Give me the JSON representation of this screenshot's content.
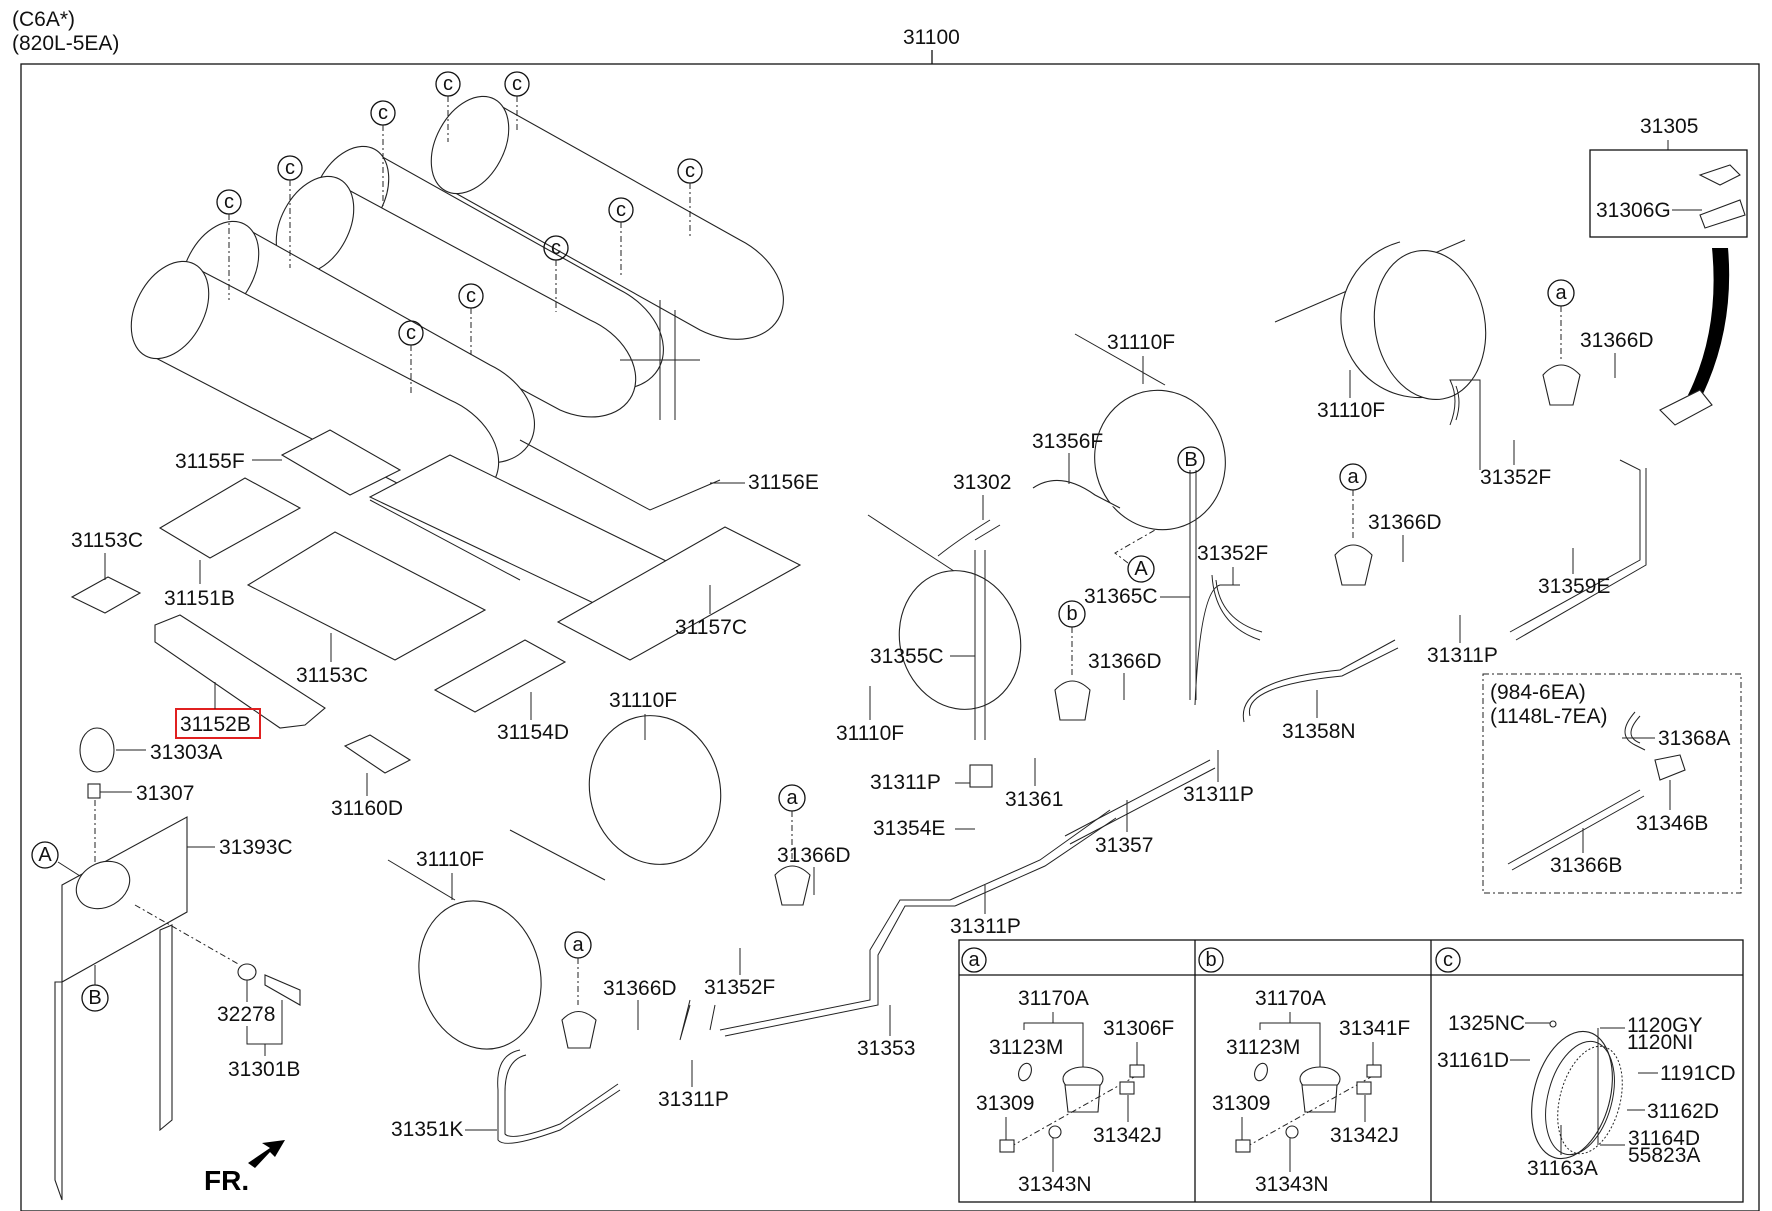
{
  "header": {
    "model_code": "(C6A*)",
    "variant": "(820L-5EA)",
    "assembly_number": "31100"
  },
  "highlighted_part": "31152B",
  "front_indicator": "FR.",
  "callouts": {
    "c": "c",
    "a": "a",
    "b": "b",
    "A": "A",
    "B": "B"
  },
  "parts": {
    "p31155F": "31155F",
    "p31156E": "31156E",
    "p31153C_a": "31153C",
    "p31151B": "31151B",
    "p31153C_b": "31153C",
    "p31157C": "31157C",
    "p31152B": "31152B",
    "p31154D": "31154D",
    "p31303A": "31303A",
    "p31307": "31307",
    "p31160D": "31160D",
    "p31393C": "31393C",
    "p32278": "32278",
    "p31301B": "31301B",
    "p31110F_1": "31110F",
    "p31110F_2": "31110F",
    "p31110F_3": "31110F",
    "p31110F_4": "31110F",
    "p31110F_5": "31110F",
    "p31356F": "31356F",
    "p31302": "31302",
    "p31365C": "31365C",
    "p31352F_1": "31352F",
    "p31352F_2": "31352F",
    "p31352F_3": "31352F",
    "p31355C": "31355C",
    "p31366D_1": "31366D",
    "p31366D_2": "31366D",
    "p31366D_3": "31366D",
    "p31366D_4": "31366D",
    "p31366D_5": "31366D",
    "p31311P_1": "31311P",
    "p31311P_2": "31311P",
    "p31311P_3": "31311P",
    "p31311P_4": "31311P",
    "p31361": "31361",
    "p31354E": "31354E",
    "p31357": "31357",
    "p31358N": "31358N",
    "p31359E": "31359E",
    "p31353": "31353",
    "p31351K": "31351K",
    "p31305": "31305",
    "p31306G": "31306G"
  },
  "option_box": {
    "line1": "(984-6EA)",
    "line2": "(1148L-7EA)",
    "p31368A": "31368A",
    "p31346B": "31346B",
    "p31366B": "31366B"
  },
  "detail_panels": [
    {
      "key": "a",
      "p31170A": "31170A",
      "p31123M": "31123M",
      "p31306F": "31306F",
      "p31309": "31309",
      "p31342J": "31342J",
      "p31343N": "31343N"
    },
    {
      "key": "b",
      "p31170A": "31170A",
      "p31123M": "31123M",
      "p31341F": "31341F",
      "p31309": "31309",
      "p31342J": "31342J",
      "p31343N": "31343N"
    },
    {
      "key": "c",
      "p1325NC": "1325NC",
      "p1120GY": "1120GY",
      "p1120NI": "1120NI",
      "p1191CD": "1191CD",
      "p31161D": "31161D",
      "p31162D": "31162D",
      "p31164D": "31164D",
      "p55823A": "55823A",
      "p31163A": "31163A"
    }
  ]
}
